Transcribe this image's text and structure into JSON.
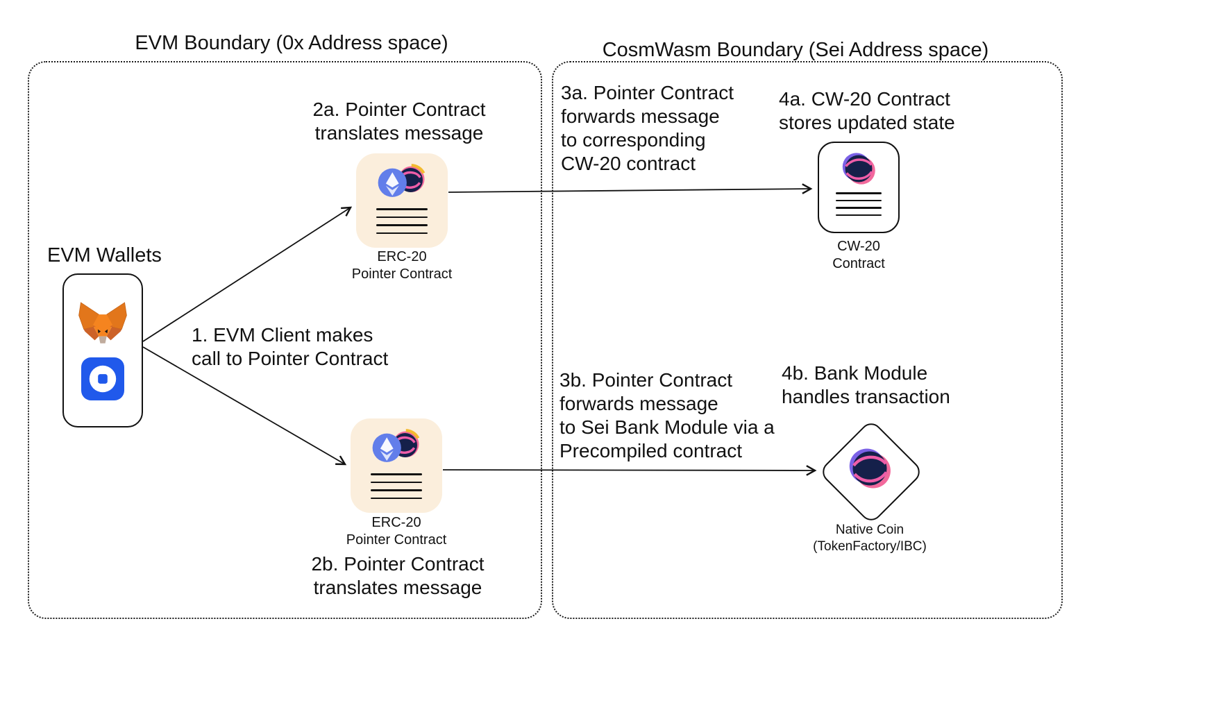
{
  "boundaries": {
    "evm": {
      "title": "EVM Boundary (0x Address space)"
    },
    "cosmwasm": {
      "title": "CosmWasm Boundary (Sei Address space)"
    }
  },
  "wallets": {
    "label": "EVM Wallets",
    "icons": [
      "metamask-icon",
      "coinbase-wallet-icon"
    ]
  },
  "annotations": {
    "step1": "1. EVM Client makes\ncall to Pointer Contract",
    "step2a": "2a. Pointer Contract\ntranslates message",
    "step2b": "2b. Pointer Contract\ntranslates message",
    "step3a": "3a. Pointer Contract\nforwards message\nto corresponding\nCW-20 contract",
    "step4a": "4a. CW-20 Contract\nstores updated state",
    "step3b": "3b. Pointer Contract\nforwards message\nto Sei Bank Module via a\nPrecompiled contract",
    "step4b": "4b. Bank Module\nhandles transaction"
  },
  "nodes": {
    "pointer_upper": {
      "caption": "ERC-20\nPointer Contract",
      "icon": "eth-sei-token-icon"
    },
    "pointer_lower": {
      "caption": "ERC-20\nPointer Contract",
      "icon": "eth-sei-token-icon"
    },
    "cw20": {
      "caption": "CW-20\nContract",
      "icon": "sei-ball-icon"
    },
    "native_coin": {
      "caption": "Native Coin\n(TokenFactory/IBC)",
      "icon": "sei-ball-icon"
    }
  },
  "colors": {
    "pointer_node_bg": "#FBEEDC",
    "coinbase_blue": "#2059EB",
    "eth_purple": "#627EEA",
    "sei_navy": "#15204A",
    "sei_pink": "#EF5DA8",
    "metamask_orange": "#E2761B",
    "line_black": "#111111"
  }
}
